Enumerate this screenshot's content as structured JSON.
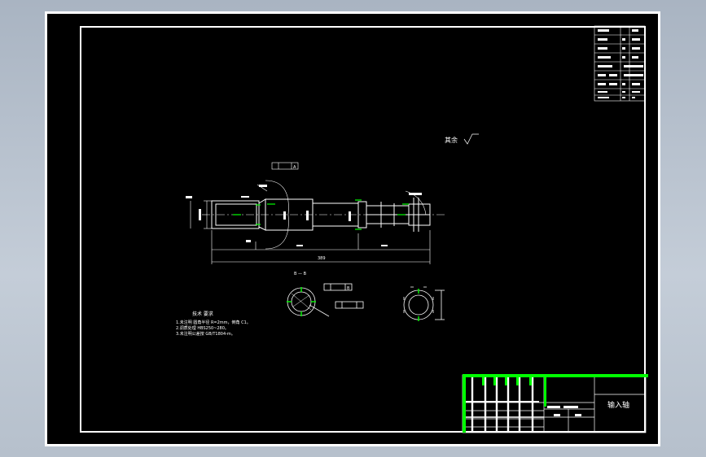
{
  "drawing": {
    "part_name": "输入轴",
    "roughness_note": "其余",
    "section_label": "B — B",
    "tech_req_title": "技术  要求",
    "tech_req_lines": [
      "1.未注明  圆角半径  R=2mm，倒角 C1。",
      "2.调质处理 HBS250~280。",
      "3.未注明公差按  GB/T1804-m。"
    ],
    "datum_a": "A",
    "datum_b": "B",
    "overall_length": "389"
  },
  "colors": {
    "paper": "#000000",
    "lines": "#ffffff",
    "title_block_accent": "#00ff00",
    "background": "#b9c3ce"
  }
}
